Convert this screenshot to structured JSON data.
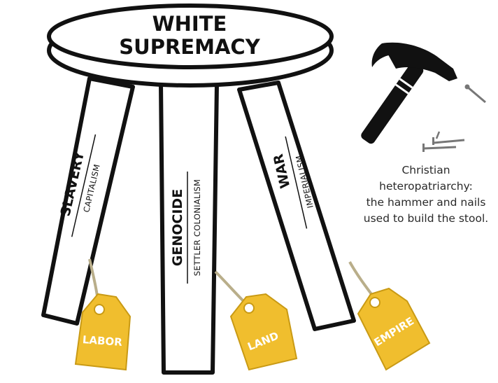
{
  "seat": {
    "line1": "WHITE",
    "line2": "SUPREMACY"
  },
  "legs": [
    {
      "main": "SLAVERY",
      "sub": "CAPITALISM",
      "tag": "LABOR"
    },
    {
      "main": "GENOCIDE",
      "sub": "SETTLER COLONIALISM",
      "tag": "LAND"
    },
    {
      "main": "WAR",
      "sub": "IMPERIALISM",
      "tag": "EMPIRE"
    }
  ],
  "caption": {
    "line1": "Christian",
    "line2": "heteropatriarchy:",
    "line3": "the hammer and nails",
    "line4": "used to build the stool."
  },
  "colors": {
    "ink": "#111111",
    "tag": "#f0be2e",
    "tag_edge": "#c99a14",
    "string": "#b9ae8a",
    "nail": "#777777"
  },
  "icons": [
    "hammer-icon",
    "nail-icon",
    "price-tag-icon"
  ]
}
